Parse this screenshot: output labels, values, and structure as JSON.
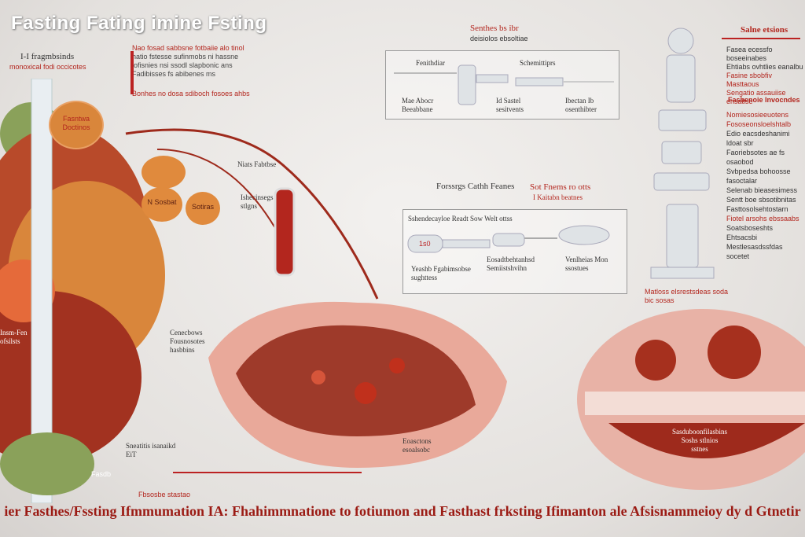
{
  "title": "Fasting Fating imine Fsting",
  "left_top": {
    "heading": "I-I fragmbsinds",
    "sub": "monoxical fodi occicotes"
  },
  "left_notes": [
    "Nao fosad sabbsne fotbaiie alo tinol",
    "hatio fstesse sufinmobs ni hassne",
    "lofisnies nsi ssodl slapbonic ans",
    "Fadibisses fs abibenes ms",
    "Bonhes no dosa sdiboch fosoes ahbs"
  ],
  "center_top": {
    "title": "Senthes bs ibr",
    "sub": "deisiolos ebsoltiae"
  },
  "top_box": {
    "left_label": "Fenithdiar",
    "mid_label": "Schemittiprs",
    "row": [
      "Mae Abocr Beeabbane",
      "Id Sastel sesitvents",
      "Ibectan Ib osenthibter"
    ]
  },
  "right_top": {
    "title": "Salne etsions",
    "notes": [
      "Fasea ecessfo boseeinabes",
      "Ehtiabs ovhtlies eanalbu",
      "Fasine sbobfiv Masttaous",
      "Sengatio assauiise ensatise"
    ]
  },
  "right_mid": {
    "title": "Fasbenoie Invocndes",
    "notes": [
      "Nomiesosieeuotens",
      "Fososeonsloelshtalb",
      "Edio eacsdeshanimi ldoat sbr",
      "Faoriebsotes ae fs osaobod",
      "Svbpedsa bohoosse fasoctalar",
      "Selenab bieasesimess",
      "Sentt boe sbsotibnitas",
      "Fasttosolsehtostarn",
      "Fiotel arsohs ebssaabs",
      "Soatsboseshts Ehtsacsbi",
      "Mestlesasdssfdas socetet"
    ],
    "foot": "Matloss elsrestsdeas soda bic sosas"
  },
  "mid_box": {
    "title_left": "Forssrgs Cathh Feanes",
    "title_right": "Sot Fnems ro otts",
    "title_right2": "I Kaitabn beatnes",
    "header": "Sshendecayloe Readt Sow Welt ottss",
    "pill": "1s0",
    "labels": [
      "Yeashb Fgabimsobse sughttess",
      "Eosadtbehtanhsd Semiistshvihn",
      "Venlheias Mon ssostues"
    ]
  },
  "orange_labels": [
    "Fasntwa Doctinos",
    "N Sosbat",
    "Sotiras"
  ],
  "side_labels": {
    "stent": "Niats Fabtbse",
    "tube": "Ishecinsegs stlgns",
    "organ": "Insm-Fen ofsilsts",
    "cross": "Cenecbows Fousnosotes hasbbins",
    "bottom": "Sneatitis isanaikd EiT",
    "bottom2": "Fasdb",
    "bottom3": "Fbsosbe stastao",
    "slab": "Eoasctons esoalsobc"
  },
  "right_organ": {
    "line1": "Sasduboonfilasbins",
    "line2": "Soshs stlnios",
    "line3": "sstnes"
  },
  "caption": "ier Fasthes/Fssting Ifmmumation IA: Fhahimmnatione to fotiumon and Fasthast frksting Ifimanton ale Afsisnammeioy dy d Gtnetir",
  "colors": {
    "accent_red": "#b3261e",
    "organ_red": "#9e2a1c",
    "liver_orange": "#d9863b"
  }
}
